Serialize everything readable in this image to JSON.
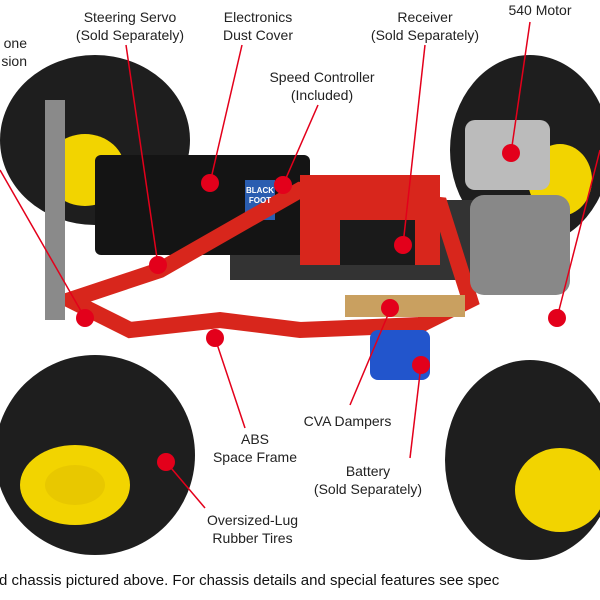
{
  "labels": {
    "suspension": [
      "one",
      "sion"
    ],
    "steering_servo": [
      "Steering Servo",
      "(Sold Separately)"
    ],
    "dust_cover": [
      "Electronics",
      "Dust Cover"
    ],
    "speed_controller": [
      "Speed Controller",
      "(Included)"
    ],
    "receiver": [
      "Receiver",
      "(Sold Separately)"
    ],
    "motor": [
      "540 Motor"
    ],
    "frame": [
      "ABS",
      "Space Frame"
    ],
    "dampers": [
      "CVA Dampers"
    ],
    "battery": [
      "Battery",
      "(Sold Separately)"
    ],
    "tires": [
      "Oversized-Lug",
      "Rubber Tires"
    ]
  },
  "box_logo": "BLACK FOOT",
  "caption": "rd chassis pictured above. For chassis details and special features see spec",
  "colors": {
    "marker": "#e3001b",
    "frame": "#d8261c",
    "wheel": "#f2d400",
    "tire": "#1e1e1e"
  }
}
